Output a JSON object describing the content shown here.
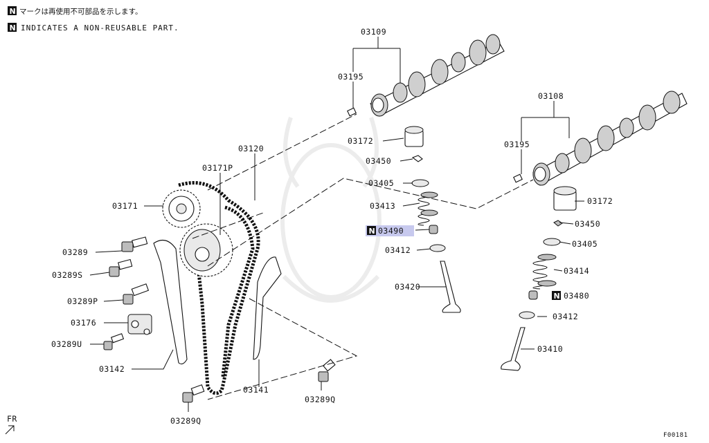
{
  "legend": {
    "symbol": "N",
    "japanese": "マークは再使用不可部品を示します。",
    "english": "INDICATES A NON-REUSABLE PART."
  },
  "parts": {
    "p03109": "03109",
    "p03195_a": "03195",
    "p03172_a": "03172",
    "p03450_a": "03450",
    "p03405_a": "03405",
    "p03413": "03413",
    "p03490": "03490",
    "p03412_a": "03412",
    "p03420": "03420",
    "p03120": "03120",
    "p03171P": "03171P",
    "p03171": "03171",
    "p03289": "03289",
    "p03289S": "03289S",
    "p03289P": "03289P",
    "p03176": "03176",
    "p03289U": "03289U",
    "p03142": "03142",
    "p03141": "03141",
    "p03289Q_a": "03289Q",
    "p03289Q_b": "03289Q",
    "p03108": "03108",
    "p03195_b": "03195",
    "p03172_b": "03172",
    "p03450_b": "03450",
    "p03405_b": "03405",
    "p03414": "03414",
    "p03480": "03480",
    "p03412_b": "03412",
    "p03410": "03410"
  },
  "direction": "FR",
  "figure_code": "F00181",
  "highlight_color": "#c7c9ee"
}
